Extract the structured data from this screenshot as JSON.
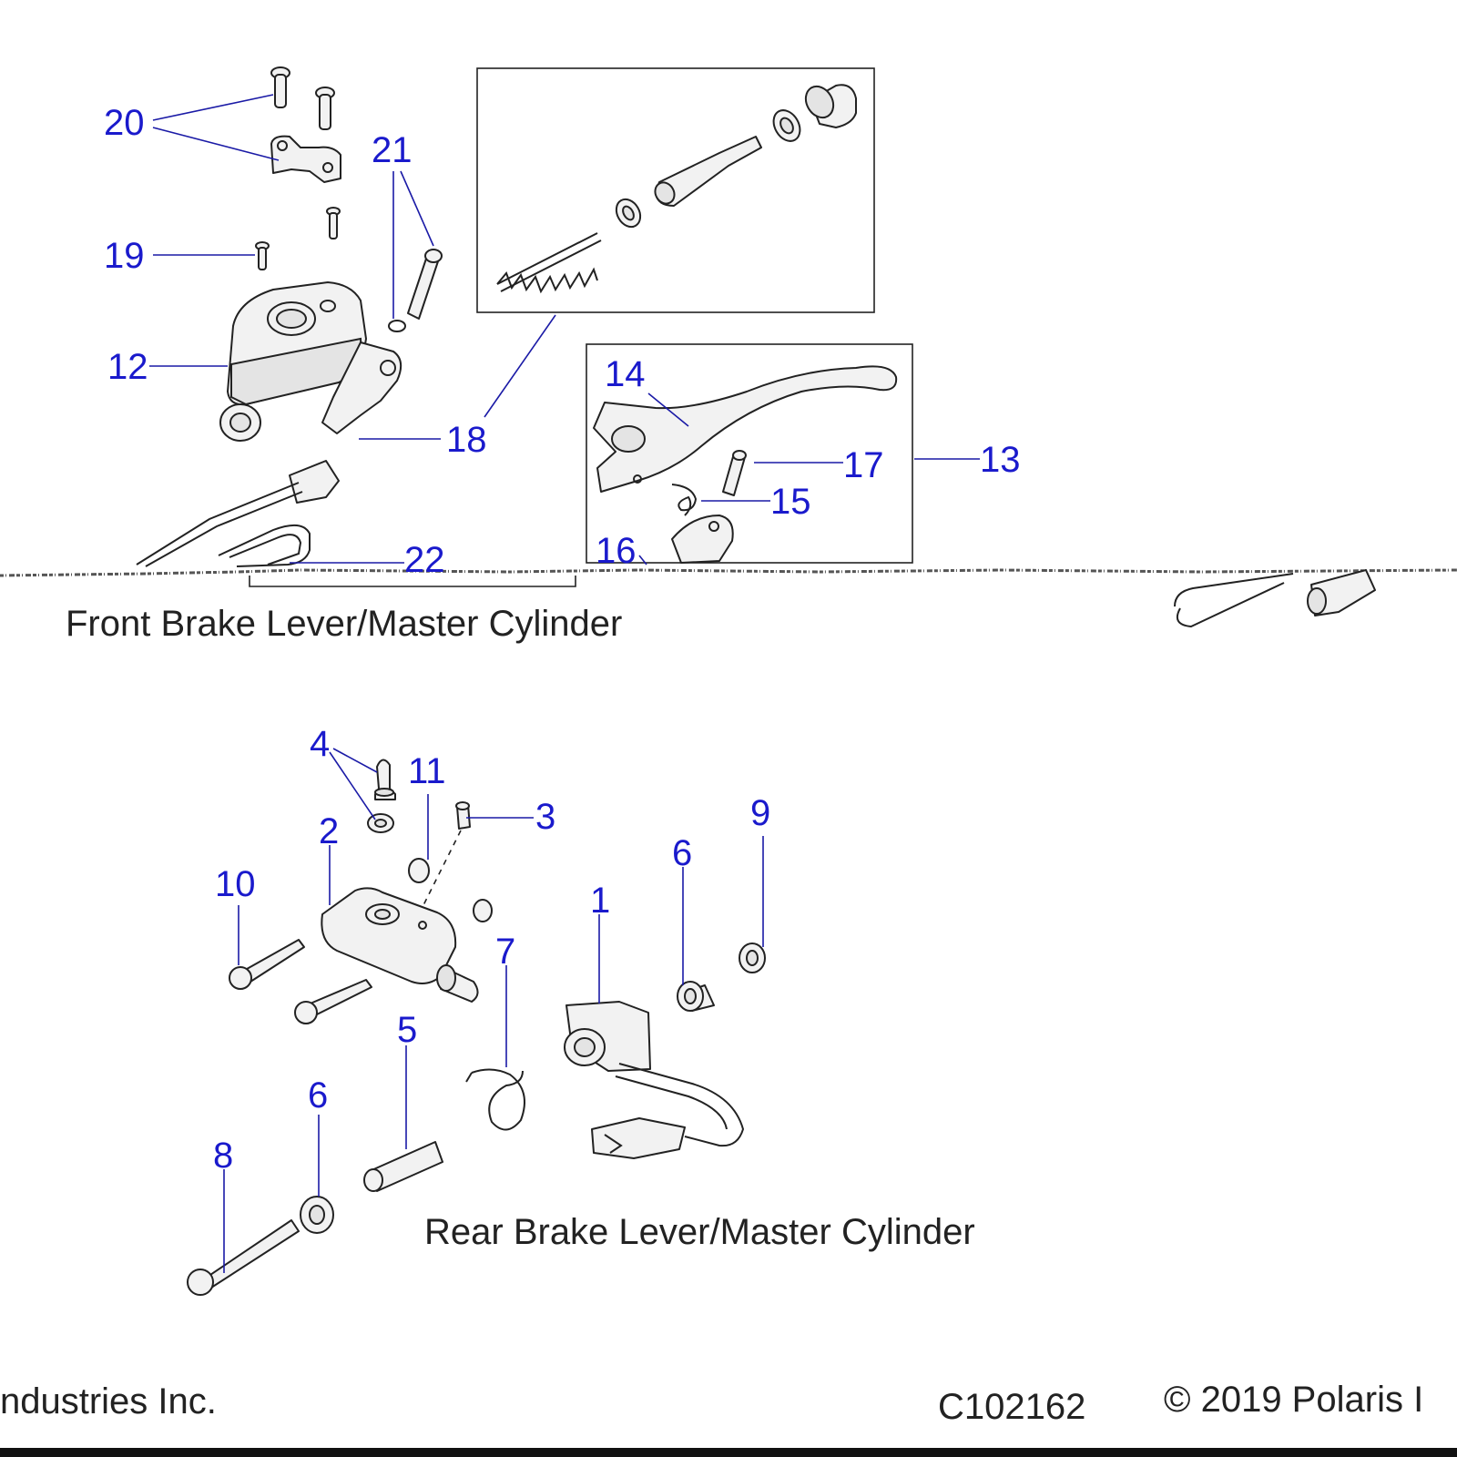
{
  "callouts": {
    "c20": "20",
    "c21": "21",
    "c19": "19",
    "c12": "12",
    "c18": "18",
    "c14": "14",
    "c17": "17",
    "c13": "13",
    "c15": "15",
    "c16": "16",
    "c22": "22",
    "c4": "4",
    "c11": "11",
    "c3": "3",
    "c2": "2",
    "c9": "9",
    "c10": "10",
    "c6a": "6",
    "c1": "1",
    "c7": "7",
    "c5": "5",
    "c6b": "6",
    "c8": "8"
  },
  "captions": {
    "front": "Front Brake Lever/Master Cylinder",
    "rear": "Rear Brake Lever/Master Cylinder"
  },
  "footer": {
    "left_text": "ndustries Inc.",
    "drawing_number": "C102162",
    "copyright": "© 2019 Polaris I"
  }
}
